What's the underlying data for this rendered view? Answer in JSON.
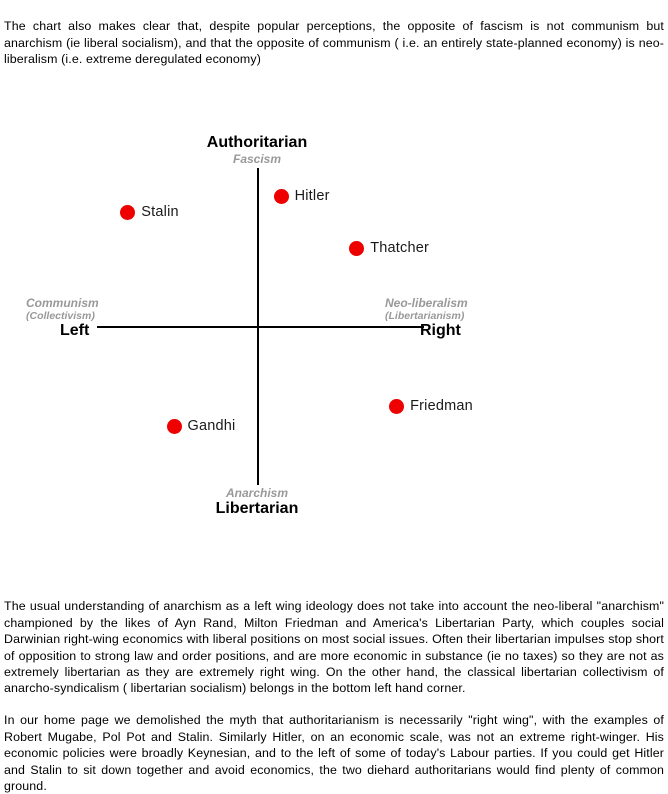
{
  "intro_paragraph": "The chart also makes clear that, despite popular perceptions, the opposite of fascism is not communism but anarchism (ie liberal socialism), and that the opposite of communism ( i.e. an entirely state-planned economy) is neo-liberalism (i.e. extreme deregulated economy)",
  "anarchism_paragraph": "The usual understanding of anarchism as a left wing ideology does not take into account the neo-liberal \"anarchism\" championed by the likes of Ayn Rand, Milton Friedman and America's Libertarian Party, which couples social Darwinian right-wing economics with liberal positions on most social issues. Often their libertarian impulses stop short of opposition to strong law and order positions, and are more economic in substance (ie no taxes) so they are not as extremely libertarian as they are extremely right wing. On the other hand, the classical libertarian collectivism of anarcho-syndicalism ( libertarian socialism) belongs in the bottom left hand corner.",
  "homepage_paragraph": "In our home page we demolished the myth that authoritarianism is necessarily \"right wing\", with the examples of Robert Mugabe, Pol Pot and Stalin. Similarly Hitler, on an economic scale, was not an extreme right-winger. His economic policies were broadly Keynesian, and to the left of some of today's Labour parties. If you could get Hitler and Stalin to sit down together and avoid economics, the two diehard authoritarians would find plenty of common ground.",
  "chart_data": {
    "type": "scatter",
    "title": "",
    "xlabel": "",
    "ylabel": "",
    "xlim": [
      -10,
      10
    ],
    "ylim": [
      -10,
      10
    ],
    "grid": false,
    "legend": "none",
    "axis_color": "#000000",
    "point_color": "#ee0000",
    "sublabel_color": "#999999",
    "poles": {
      "top": {
        "main": "Authoritarian",
        "sub": "Fascism"
      },
      "bottom": {
        "main": "Libertarian",
        "sub": "Anarchism"
      },
      "left": {
        "main": "Left",
        "sub": "Communism",
        "sub2": "(Collectivism)"
      },
      "right": {
        "main": "Right",
        "sub": "Neo-liberalism",
        "sub2": "(Libertarianism)"
      }
    },
    "points": [
      {
        "label": "Stalin",
        "x": -6.2,
        "y": 5.8
      },
      {
        "label": "Hitler",
        "x": 1.1,
        "y": 6.6
      },
      {
        "label": "Thatcher",
        "x": 4.7,
        "y": 4.0
      },
      {
        "label": "Friedman",
        "x": 6.6,
        "y": -3.9
      },
      {
        "label": "Gandhi",
        "x": -4.0,
        "y": -4.9
      }
    ]
  }
}
